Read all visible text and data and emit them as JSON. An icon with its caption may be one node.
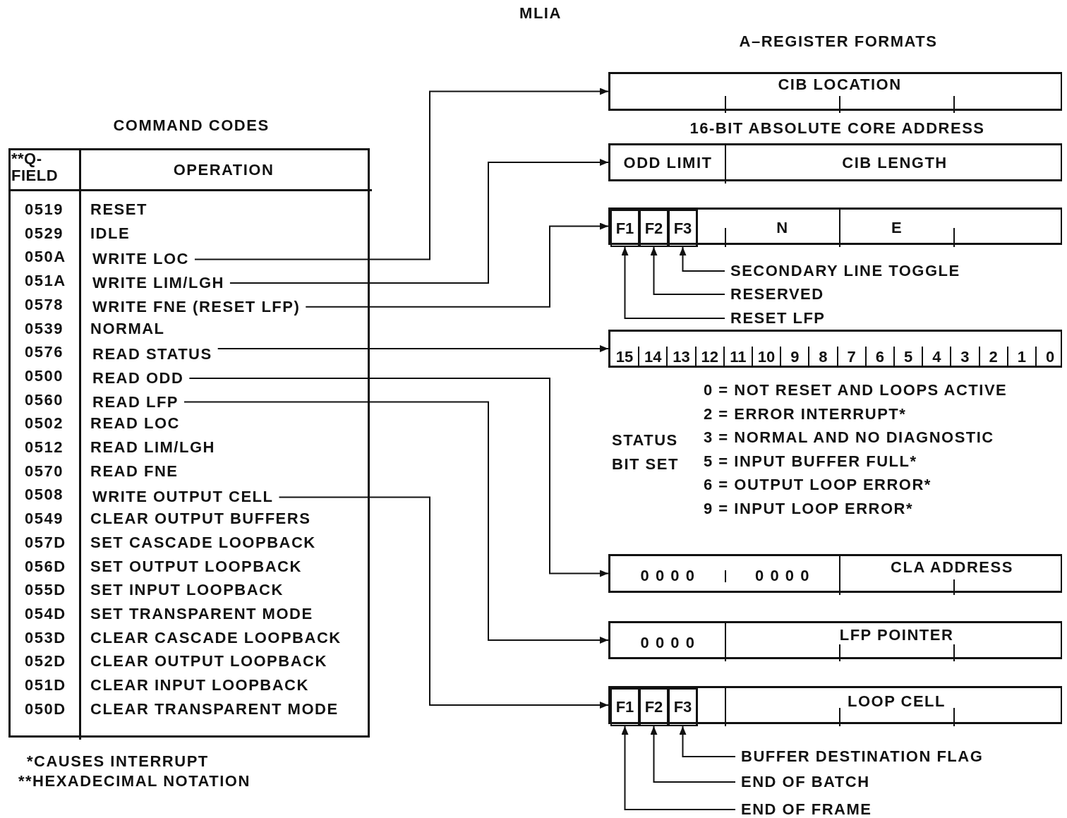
{
  "diagram": {
    "title": "MLIA",
    "nodes": [
      {
        "text": [
          "COMMAND CODES"
        ]
      },
      {
        "text": [
          "WRITE LOC"
        ],
        "in": 0
      },
      {
        "text": [
          "WRITE LIM/LGH"
        ],
        "in": 0
      },
      {
        "text": [
          "WRITE FNE (RESET LFP)"
        ],
        "in": 0
      },
      {
        "text": [
          "READ STATUS"
        ],
        "in": 0
      },
      {
        "text": [
          "READ ODD"
        ],
        "in": 0
      },
      {
        "text": [
          "READ LFP"
        ],
        "in": 0
      },
      {
        "text": [
          "WRITE OUTPUT CELL"
        ],
        "in": 0
      },
      {
        "text": [
          "CIB LOCATION"
        ],
        "beside": [
          "16-BIT ABSOLUTE CORE ADDRESS"
        ]
      },
      {
        "text": [
          "ODD LIMIT",
          "CIB LENGTH"
        ]
      },
      {
        "text": [
          "N",
          "E"
        ]
      },
      {
        "text": [
          "F1"
        ],
        "in": 10
      },
      {
        "text": [
          "F2"
        ],
        "in": 10
      },
      {
        "text": [
          "F3"
        ],
        "in": 10
      },
      {
        "text": [
          "SECONDARY LINE TOGGLE"
        ]
      },
      {
        "text": [
          "RESERVED"
        ]
      },
      {
        "text": [
          "RESET LFP"
        ]
      },
      {
        "text": [
          "15",
          "14",
          "13",
          "12",
          "11",
          "10",
          "9",
          "8",
          "7",
          "6",
          "5",
          "4",
          "3",
          "2",
          "1",
          "0"
        ]
      },
      {
        "text": [
          "0 0 0 0",
          "0 0 0 0",
          "CLA ADDRESS"
        ]
      },
      {
        "text": [
          "0 0 0 0",
          "LFP POINTER"
        ]
      },
      {
        "text": [
          "LOOP CELL"
        ]
      },
      {
        "text": [
          "F1"
        ],
        "in": 20
      },
      {
        "text": [
          "F2"
        ],
        "in": 20
      },
      {
        "text": [
          "F3"
        ],
        "in": 20
      },
      {
        "text": [
          "BUFFER DESTINATION FLAG"
        ]
      },
      {
        "text": [
          "END OF BATCH"
        ]
      },
      {
        "text": [
          "END OF FRAME"
        ]
      }
    ],
    "edges": [
      {
        "from": 1,
        "to": 8,
        "arrow": "to"
      },
      {
        "from": 2,
        "to": 9,
        "arrow": "to"
      },
      {
        "from": 3,
        "to": 10,
        "arrow": "to"
      },
      {
        "from": 4,
        "to": 17,
        "arrow": "to"
      },
      {
        "from": 5,
        "to": 18,
        "arrow": "to"
      },
      {
        "from": 6,
        "to": 19,
        "arrow": "to"
      },
      {
        "from": 7,
        "to": 20,
        "arrow": "to"
      },
      {
        "from": 14,
        "to": 13,
        "arrow": "to"
      },
      {
        "from": 15,
        "to": 12,
        "arrow": "to"
      },
      {
        "from": 16,
        "to": 11,
        "arrow": "to"
      },
      {
        "from": 24,
        "to": 23,
        "arrow": "to"
      },
      {
        "from": 25,
        "to": 22,
        "arrow": "to"
      },
      {
        "from": 26,
        "to": 21,
        "arrow": "to"
      }
    ],
    "labels": [
      "A–REGISTER FORMATS",
      "**Q- FIELD",
      "OPERATION",
      "0519",
      "RESET",
      "0529",
      "IDLE",
      "050A",
      "051A",
      "0578",
      "0539",
      "NORMAL",
      "0576",
      "0500",
      "0560",
      "0502",
      "READ LOC",
      "0512",
      "READ LIM/LGH",
      "0570",
      "READ FNE",
      "0508",
      "0549",
      "CLEAR OUTPUT BUFFERS",
      "057D",
      "SET CASCADE LOOPBACK",
      "056D",
      "SET OUTPUT LOOPBACK",
      "055D",
      "SET INPUT LOOPBACK",
      "054D",
      "SET TRANSPARENT MODE",
      "053D",
      "CLEAR CASCADE LOOPBACK",
      "052D",
      "CLEAR OUTPUT LOOPBACK",
      "051D",
      "CLEAR INPUT LOOPBACK",
      "050D",
      "CLEAR TRANSPARENT MODE",
      "STATUS BIT SET",
      "0 = NOT RESET AND LOOPS ACTIVE",
      "2 = ERROR INTERRUPT*",
      "3 = NORMAL AND NO DIAGNOSTIC",
      "5 = INPUT BUFFER FULL*",
      "6 = OUTPUT LOOP ERROR*",
      "9 = INPUT LOOP ERROR*",
      "*CAUSES INTERRUPT",
      "**HEXADECIMAL NOTATION"
    ]
  }
}
